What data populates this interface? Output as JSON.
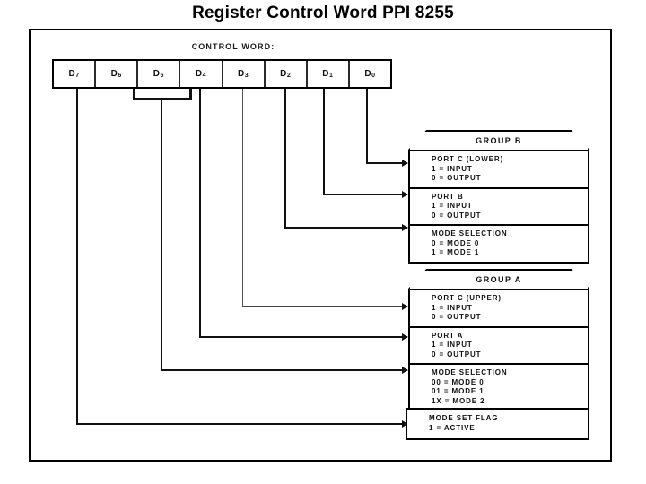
{
  "page": {
    "title": "Register Control Word PPI 8255"
  },
  "diagram": {
    "control_word_caption": "CONTROL WORD:",
    "bits": [
      {
        "label": "D",
        "index": "7"
      },
      {
        "label": "D",
        "index": "6"
      },
      {
        "label": "D",
        "index": "5"
      },
      {
        "label": "D",
        "index": "4"
      },
      {
        "label": "D",
        "index": "3"
      },
      {
        "label": "D",
        "index": "2"
      },
      {
        "label": "D",
        "index": "1"
      },
      {
        "label": "D",
        "index": "0"
      }
    ],
    "group_b": {
      "header": "GROUP B",
      "sections": [
        {
          "title": "PORT C (LOWER)",
          "lines": [
            "1 = INPUT",
            "0 = OUTPUT"
          ],
          "source_bit": "D0"
        },
        {
          "title": "PORT B",
          "lines": [
            "1 = INPUT",
            "0 = OUTPUT"
          ],
          "source_bit": "D1"
        },
        {
          "title": "MODE SELECTION",
          "lines": [
            "0 = MODE 0",
            "1 = MODE 1"
          ],
          "source_bit": "D2"
        }
      ]
    },
    "group_a": {
      "header": "GROUP A",
      "sections": [
        {
          "title": "PORT C (UPPER)",
          "lines": [
            "1 = INPUT",
            "0 = OUTPUT"
          ],
          "source_bit": "D3"
        },
        {
          "title": "PORT A",
          "lines": [
            "1 = INPUT",
            "0 = OUTPUT"
          ],
          "source_bit": "D4"
        },
        {
          "title": "MODE SELECTION",
          "lines": [
            "00 = MODE 0",
            "01 = MODE 1",
            "1X = MODE 2"
          ],
          "source_bit": "D6 D5"
        }
      ]
    },
    "mode_set_flag": {
      "title": "MODE SET FLAG",
      "lines": [
        "1 = ACTIVE"
      ],
      "source_bit": "D7"
    },
    "colors": {
      "ink": "#111111",
      "frame": "#000000",
      "background": "#ffffff"
    }
  }
}
